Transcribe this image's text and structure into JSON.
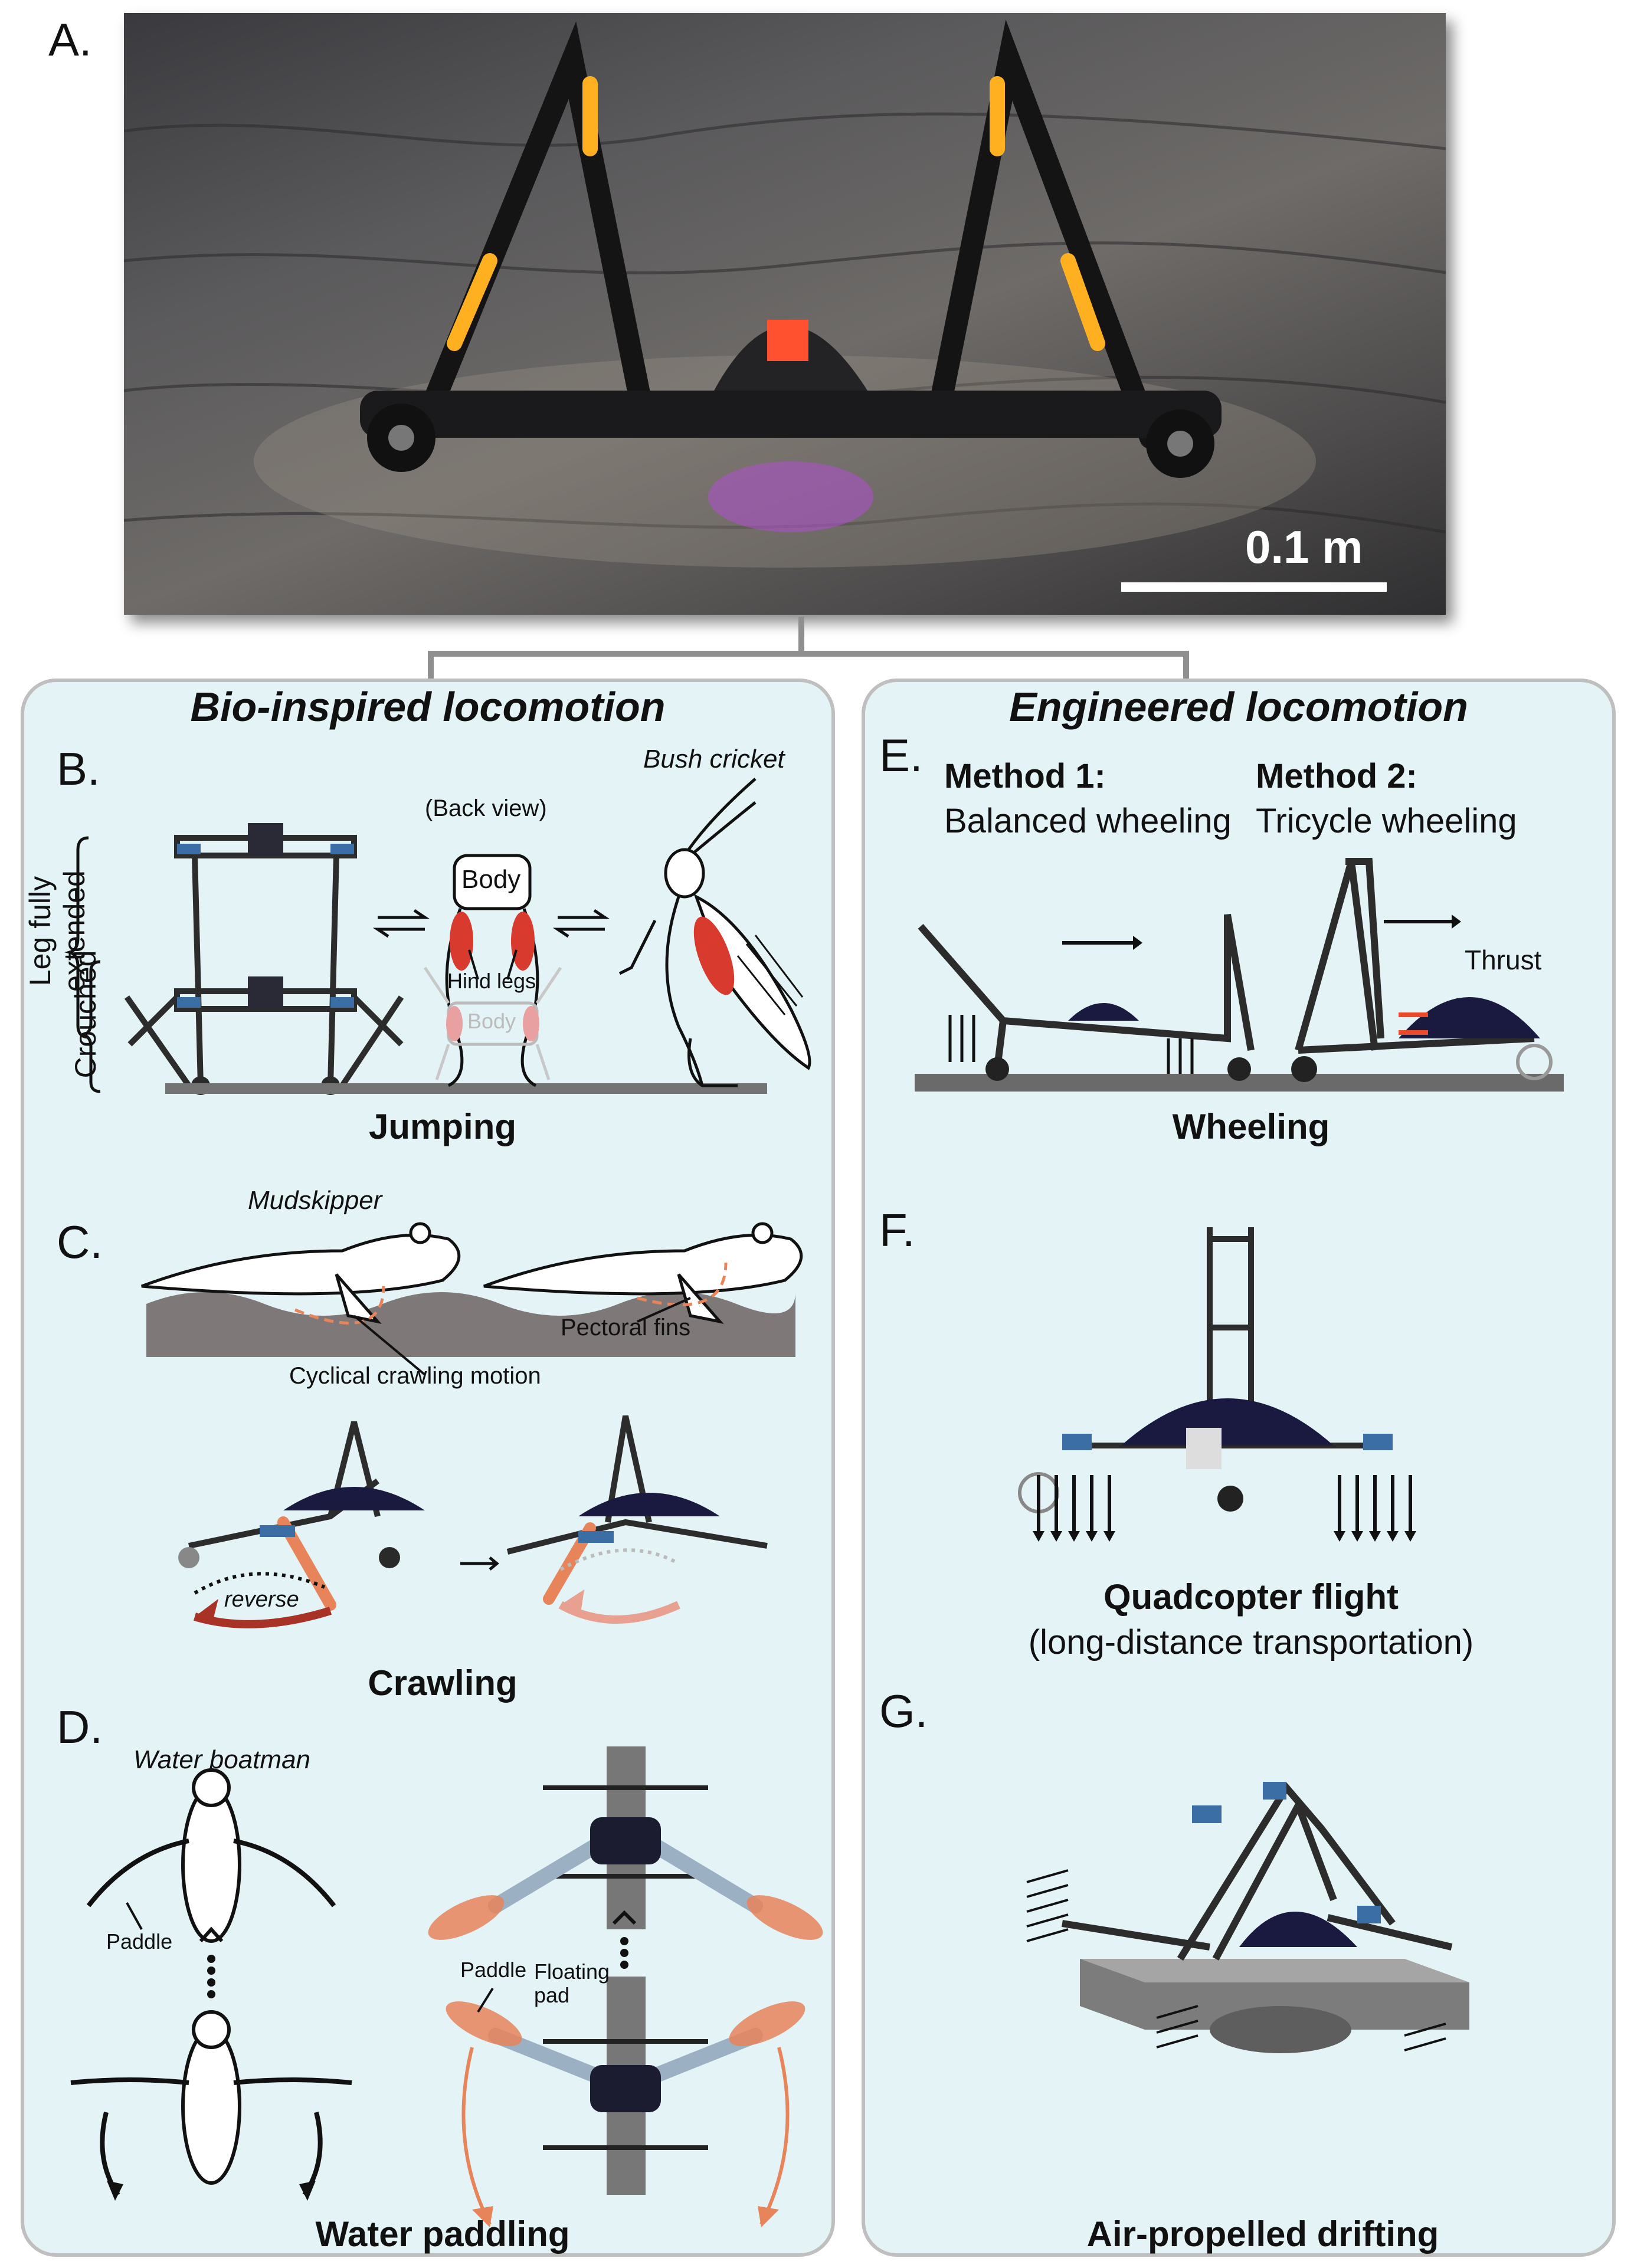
{
  "panel_a": {
    "label": "A.",
    "scale_bar": "0.1 m"
  },
  "bio": {
    "title": "Bio-inspired locomotion",
    "jumping": {
      "label": "B.",
      "back_view": "(Back view)",
      "body": "Body",
      "body_ghost": "Body",
      "hind_legs": "Hind legs",
      "bush_cricket": "Bush cricket",
      "leg_extended": "Leg fully extended",
      "crouched": "Crouched",
      "caption": "Jumping"
    },
    "crawling": {
      "label": "C.",
      "mudskipper": "Mudskipper",
      "pectoral_fins": "Pectoral fins",
      "cyclical": "Cyclical crawling motion",
      "reverse": "reverse",
      "caption": "Crawling"
    },
    "paddling": {
      "label": "D.",
      "water_boatman": "Water boatman",
      "paddle_left": "Paddle",
      "paddle_right": "Paddle",
      "floating_pad": "Floating pad",
      "caption": "Water paddling"
    }
  },
  "eng": {
    "title": "Engineered locomotion",
    "wheeling": {
      "label": "E.",
      "method1_title": "Method 1:",
      "method1_desc": "Balanced wheeling",
      "method2_title": "Method 2:",
      "method2_desc": "Tricycle wheeling",
      "thrust": "Thrust",
      "caption": "Wheeling"
    },
    "flight": {
      "label": "F.",
      "caption": "Quadcopter flight",
      "sub": "(long-distance transportation)"
    },
    "drifting": {
      "label": "G.",
      "caption": "Air-propelled drifting"
    }
  },
  "colors": {
    "panel_bg": "#e4f3f6",
    "panel_border": "#bfbfbf",
    "accent_red": "#c0392b",
    "accent_orange": "#e8845a",
    "robot_blue": "#3b6ea5"
  }
}
